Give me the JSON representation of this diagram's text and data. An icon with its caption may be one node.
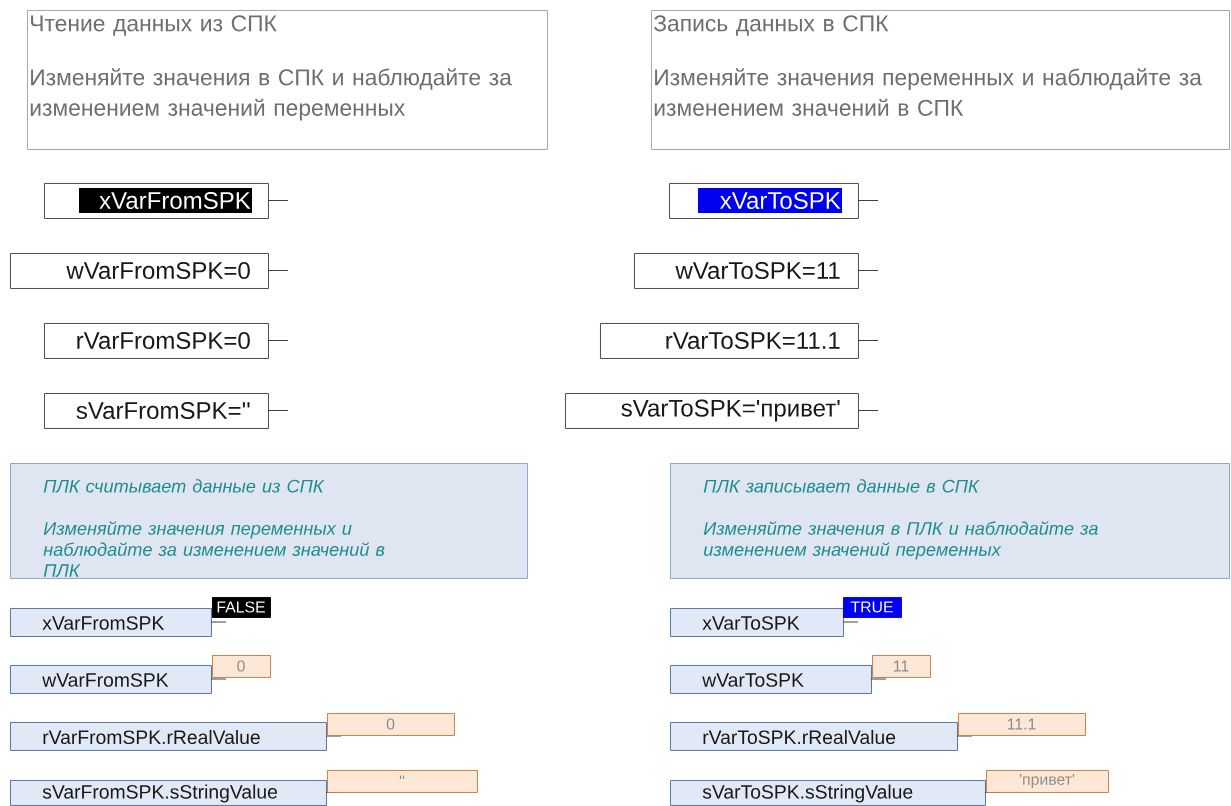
{
  "diagram": {
    "nodes": [
      {
        "text": [
          "Чтение данных из СПК",
          "Изменяйте значения в СПК и наблюдайте за изменением значений переменных"
        ]
      },
      {
        "text": [
          "Запись данных в СПК",
          "Изменяйте значения переменных и наблюдайте за изменением значений в СПК"
        ]
      },
      {
        "text": [
          "xVarFromSPK"
        ]
      },
      {
        "text": [
          "xVarToSPK"
        ]
      },
      {
        "text": [
          "wVarFromSPK=0"
        ]
      },
      {
        "text": [
          "wVarToSPK=11"
        ]
      },
      {
        "text": [
          "rVarFromSPK=0"
        ]
      },
      {
        "text": [
          "rVarToSPK=11.1"
        ]
      },
      {
        "text": [
          "sVarFromSPK=''"
        ]
      },
      {
        "text": [
          "sVarToSPK='привет'"
        ]
      },
      {
        "text": [
          "ПЛК считывает данные из СПК",
          "Изменяйте значения переменных и наблюдайте за изменением значений в ПЛК"
        ]
      },
      {
        "text": [
          "ПЛК записывает данные в СПК",
          "Изменяйте значения в ПЛК и наблюдайте за изменением значений переменных"
        ]
      },
      {
        "text": [
          "xVarFromSPK"
        ],
        "beside": [
          "FALSE"
        ]
      },
      {
        "text": [
          "xVarToSPK"
        ],
        "beside": [
          "TRUE"
        ]
      },
      {
        "text": [
          "wVarFromSPK"
        ],
        "beside": [
          "0"
        ]
      },
      {
        "text": [
          "wVarToSPK"
        ],
        "beside": [
          "11"
        ]
      },
      {
        "text": [
          "rVarFromSPK.rRealValue"
        ],
        "beside": [
          "0"
        ]
      },
      {
        "text": [
          "rVarToSPK.rRealValue"
        ],
        "beside": [
          "11.1"
        ]
      },
      {
        "text": [
          "sVarFromSPK.sStringValue"
        ],
        "beside": [
          "''"
        ]
      },
      {
        "text": [
          "sVarToSPK.sStringValue"
        ],
        "beside": [
          "'привет'"
        ]
      }
    ]
  }
}
